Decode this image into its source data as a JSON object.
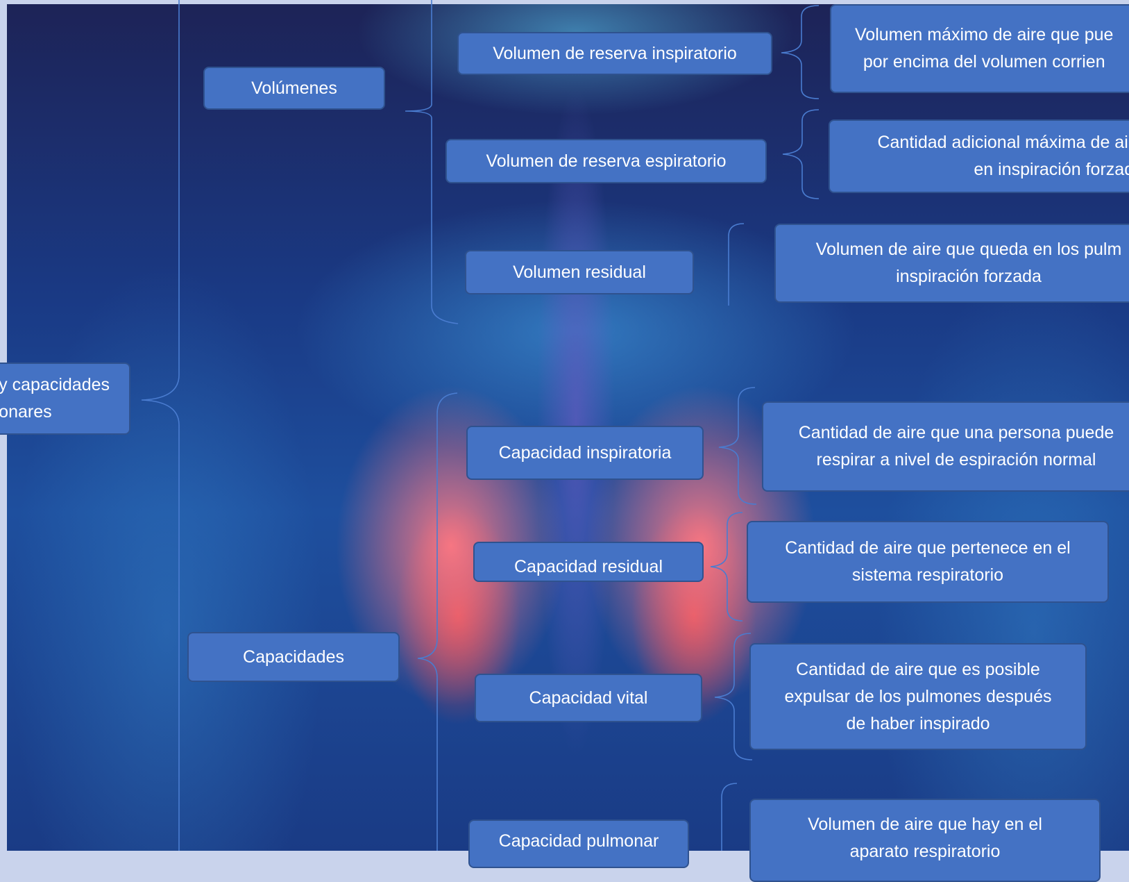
{
  "diagram": {
    "root": "y capacidades\nonares",
    "branches": [
      {
        "label": "Volúmenes",
        "items": [
          {
            "label": "Volumen de reserva inspiratorio",
            "description": "Volumen máximo de aire que pue\npor encima del volumen corrien"
          },
          {
            "label": "Volumen de reserva espiratorio",
            "description": "Cantidad adicional máxima de aire\nen inspiración forzada"
          },
          {
            "label": "Volumen residual",
            "description": "Volumen de aire que queda en los pulm\ninspiración forzada"
          }
        ]
      },
      {
        "label": "Capacidades",
        "items": [
          {
            "label": "Capacidad inspiratoria",
            "description": "Cantidad de aire que una persona puede\nrespirar a nivel de espiración normal"
          },
          {
            "label": "Capacidad residual",
            "description": "Cantidad de aire que pertenece en el\nsistema respiratorio"
          },
          {
            "label": "Capacidad vital",
            "description": "Cantidad de aire que es posible\nexpulsar de los pulmones después\nde haber inspirado"
          },
          {
            "label": "Capacidad pulmonar",
            "description": "Volumen de aire que hay en el\naparato respiratorio"
          }
        ]
      }
    ]
  },
  "colors": {
    "node_fill": "#4472c4",
    "node_border": "#2f528f",
    "connector": "#4472c4",
    "page_edge": "#c9d3ec"
  }
}
